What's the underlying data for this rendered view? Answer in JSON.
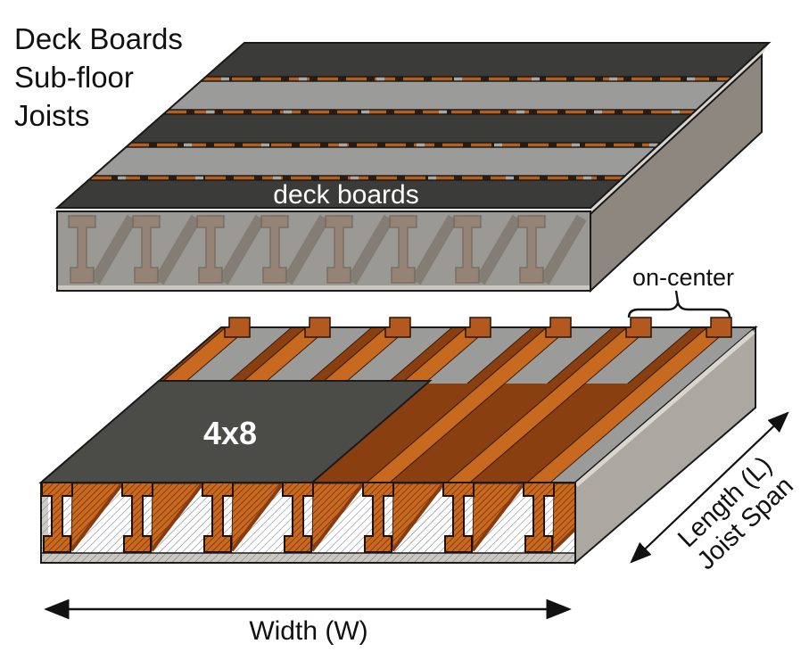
{
  "legend": {
    "line1": "Deck Boards",
    "line2": "Sub-floor",
    "line3": "Joists"
  },
  "top_deck": {
    "surface_label": "deck boards"
  },
  "bottom_deck": {
    "panel_label": "4x8",
    "on_center_label": "on-center"
  },
  "dimensions": {
    "length_label": "Length (L)",
    "length_sublabel": "Joist Span",
    "width_label": "Width (W)"
  },
  "colors": {
    "deck_board_dark": "#3b3b39",
    "subfloor_gray": "#9b9b99",
    "joist_orange": "#c7691f",
    "joist_dark_orange": "#8a3f10",
    "joist_cap": "#b3591f",
    "panel_dark": "#4b4b48",
    "gap_backing": "#2e1b0d",
    "side_face": "#8d8780",
    "side_face_bottom": "#aba7a1",
    "edge_light": "#d9d6d0",
    "outline": "#1a1a1a",
    "hatch_line": "#6f747c",
    "label_white": "#ffffff",
    "text_black": "#111111"
  }
}
